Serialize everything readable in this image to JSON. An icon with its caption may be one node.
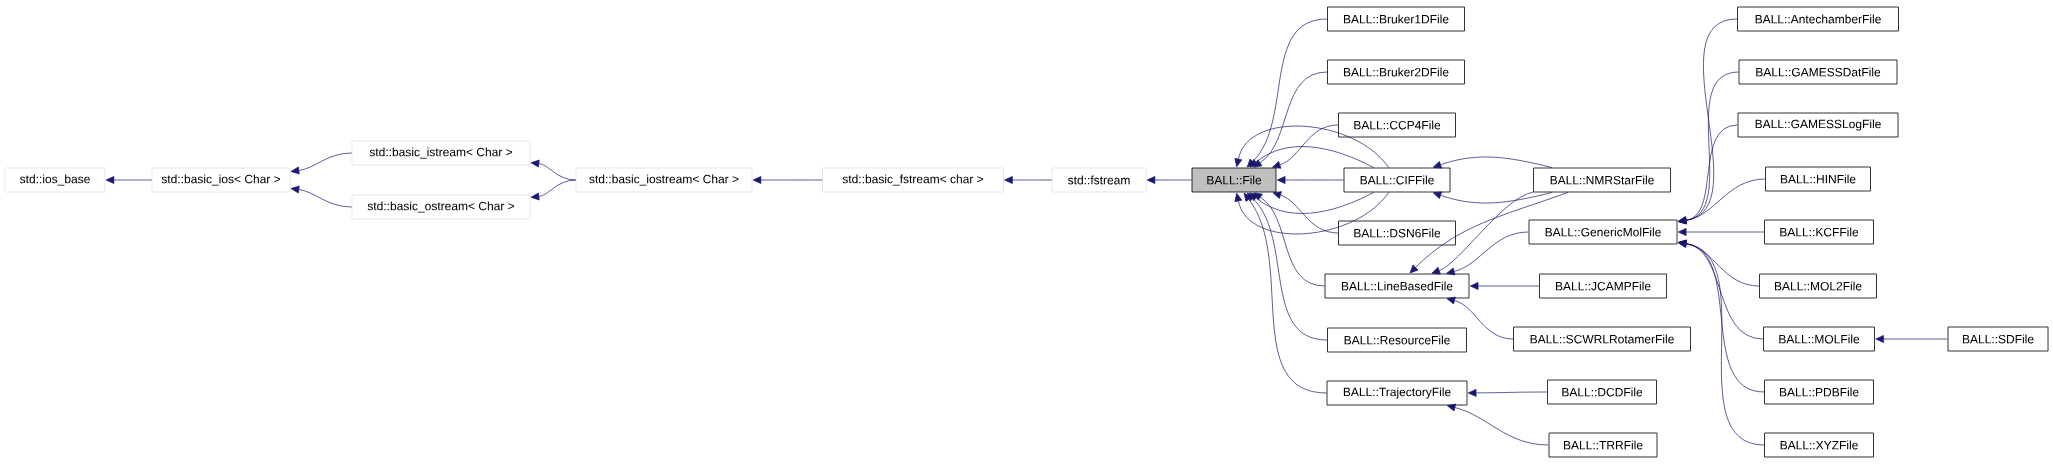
{
  "diagram": {
    "nodes": [
      {
        "text": [
          "std::ios_base"
        ]
      },
      {
        "text": [
          "std::basic_ios< Char >"
        ]
      },
      {
        "text": [
          "std::basic_istream< Char >"
        ]
      },
      {
        "text": [
          "std::basic_ostream< Char >"
        ]
      },
      {
        "text": [
          "std::basic_iostream< Char >"
        ]
      },
      {
        "text": [
          "std::basic_fstream< char >"
        ]
      },
      {
        "text": [
          "std::fstream"
        ]
      },
      {
        "text": [
          "BALL::File"
        ]
      },
      {
        "text": [
          "BALL::Bruker1DFile"
        ]
      },
      {
        "text": [
          "BALL::Bruker2DFile"
        ]
      },
      {
        "text": [
          "BALL::CCP4File"
        ]
      },
      {
        "text": [
          "BALL::CIFFile"
        ]
      },
      {
        "text": [
          "BALL::DSN6File"
        ]
      },
      {
        "text": [
          "BALL::LineBasedFile"
        ]
      },
      {
        "text": [
          "BALL::ResourceFile"
        ]
      },
      {
        "text": [
          "BALL::TrajectoryFile"
        ]
      },
      {
        "text": [
          "BALL::NMRStarFile"
        ]
      },
      {
        "text": [
          "BALL::GenericMolFile"
        ]
      },
      {
        "text": [
          "BALL::JCAMPFile"
        ]
      },
      {
        "text": [
          "BALL::SCWRLRotamerFile"
        ]
      },
      {
        "text": [
          "BALL::DCDFile"
        ]
      },
      {
        "text": [
          "BALL::TRRFile"
        ]
      },
      {
        "text": [
          "BALL::AntechamberFile"
        ]
      },
      {
        "text": [
          "BALL::GAMESSDatFile"
        ]
      },
      {
        "text": [
          "BALL::GAMESSLogFile"
        ]
      },
      {
        "text": [
          "BALL::HINFile"
        ]
      },
      {
        "text": [
          "BALL::KCFFile"
        ]
      },
      {
        "text": [
          "BALL::MOL2File"
        ]
      },
      {
        "text": [
          "BALL::MOLFile"
        ]
      },
      {
        "text": [
          "BALL::PDBFile"
        ]
      },
      {
        "text": [
          "BALL::XYZFile"
        ]
      },
      {
        "text": [
          "BALL::SDFile"
        ]
      }
    ],
    "edges": [
      {
        "from": 1,
        "to": 0,
        "arrow": "to"
      },
      {
        "from": 2,
        "to": 1,
        "arrow": "to"
      },
      {
        "from": 3,
        "to": 1,
        "arrow": "to"
      },
      {
        "from": 4,
        "to": 2,
        "arrow": "to"
      },
      {
        "from": 4,
        "to": 3,
        "arrow": "to"
      },
      {
        "from": 5,
        "to": 4,
        "arrow": "to"
      },
      {
        "from": 6,
        "to": 5,
        "arrow": "to"
      },
      {
        "from": 7,
        "to": 6,
        "arrow": "to"
      },
      {
        "from": 8,
        "to": 7,
        "arrow": "to"
      },
      {
        "from": 9,
        "to": 7,
        "arrow": "to"
      },
      {
        "from": 10,
        "to": 7,
        "arrow": "to"
      },
      {
        "from": 11,
        "to": 7,
        "arrow": "to"
      },
      {
        "from": 11,
        "to": 7,
        "arrow": "to"
      },
      {
        "from": 11,
        "to": 7,
        "arrow": "to"
      },
      {
        "from": 11,
        "to": 7,
        "arrow": "to"
      },
      {
        "from": 11,
        "to": 7,
        "arrow": "to"
      },
      {
        "from": 12,
        "to": 7,
        "arrow": "to"
      },
      {
        "from": 13,
        "to": 7,
        "arrow": "to"
      },
      {
        "from": 14,
        "to": 7,
        "arrow": "to"
      },
      {
        "from": 15,
        "to": 7,
        "arrow": "to"
      },
      {
        "from": 16,
        "to": 11,
        "arrow": "to"
      },
      {
        "from": 16,
        "to": 11,
        "arrow": "to"
      },
      {
        "from": 16,
        "to": 13,
        "arrow": "to"
      },
      {
        "from": 16,
        "to": 13,
        "arrow": "to"
      },
      {
        "from": 17,
        "to": 13,
        "arrow": "to"
      },
      {
        "from": 18,
        "to": 13,
        "arrow": "to"
      },
      {
        "from": 19,
        "to": 13,
        "arrow": "to"
      },
      {
        "from": 20,
        "to": 15,
        "arrow": "to"
      },
      {
        "from": 21,
        "to": 15,
        "arrow": "to"
      },
      {
        "from": 22,
        "to": 17,
        "arrow": "to"
      },
      {
        "from": 23,
        "to": 17,
        "arrow": "to"
      },
      {
        "from": 24,
        "to": 17,
        "arrow": "to"
      },
      {
        "from": 25,
        "to": 17,
        "arrow": "to"
      },
      {
        "from": 26,
        "to": 17,
        "arrow": "to"
      },
      {
        "from": 27,
        "to": 17,
        "arrow": "to"
      },
      {
        "from": 28,
        "to": 17,
        "arrow": "to"
      },
      {
        "from": 29,
        "to": 17,
        "arrow": "to"
      },
      {
        "from": 30,
        "to": 17,
        "arrow": "to"
      },
      {
        "from": 31,
        "to": 28,
        "arrow": "to"
      }
    ]
  }
}
